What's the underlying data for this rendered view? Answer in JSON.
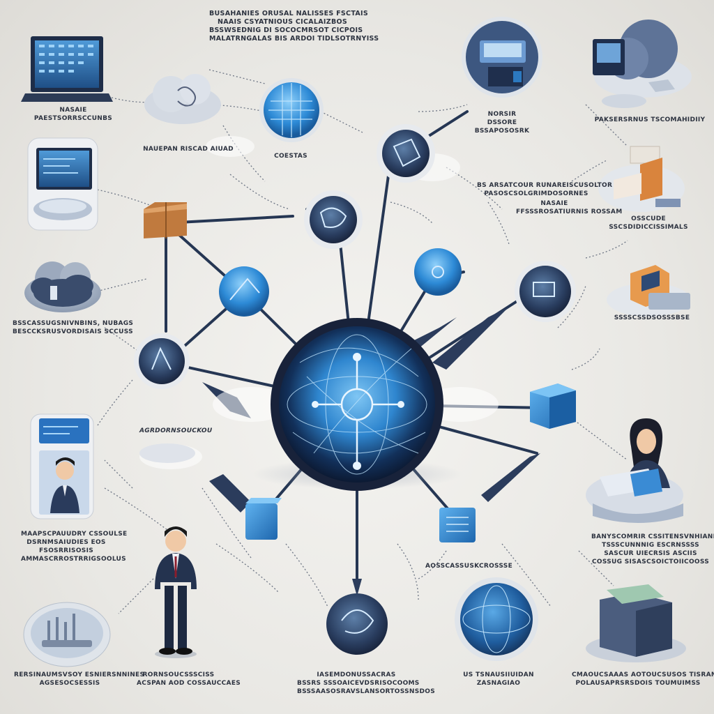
{
  "header": {
    "lines": [
      "BUSAHANIES ORUSAL NALISSES FSCTAIS",
      "NAAIS CSYATNIOUS CICALAIZBOS",
      "BSSWSEDNIG DI SOCOCMRSOT CICPOIS",
      "MALATRNGALAS BIS ARDOI TIDLSOTRNYISS"
    ]
  },
  "labels": {
    "laptop": [
      "NASAIE",
      "PAESTSORRSCCUNBS"
    ],
    "cloud_top": [
      "NAUEPAN RISCAD AIUAD"
    ],
    "globe_top": [
      "COESTAS"
    ],
    "printer": [
      "NORSIR",
      "DSSORE",
      "BSSAPOSOSRK"
    ],
    "cloud_topright": [
      "PAKSERSRNUS TSCOMAHIDIIY"
    ],
    "mid_right": [
      "BS ARSATCOUR RUNAREISCUSOLTOR",
      "PASOSCSOLGRIMDOSORNES"
    ],
    "mid_right2": [
      "NASAIE",
      "FFSSSROSATIURNIS ROSSAM"
    ],
    "desk_right": [
      "OSSCUDE",
      "SSCSDIDICCISSIMALS"
    ],
    "box_right": [
      "SSSSCSSDSOSSSBSE"
    ],
    "cloud_left": [
      "BSSCASSUGSNIVNBINS, NUBAGS",
      "BESCCKSRUSVORDISAIS SCCUSS"
    ],
    "center_left": [
      "AGRDORNSOUCKOU"
    ],
    "person_left": [
      "MAAPSCPAUUDRY CSSOULSE",
      "DSRNMSAIUDIES EOS",
      "FSOSRRISOSIS",
      "AMMASCRROSTRRIGSOOLUS"
    ],
    "woman_right": [
      "BANYSCOMRIR CSSITENSVNHIANRIES",
      "TSSSCUNNNIG ESCRNSSSS",
      "SASCUR UIECRSIS ASCIIS",
      "COSSUG SISASCSOICTOIICOOSS"
    ],
    "bottom_center_small": [
      "AOSSCASSUSKCROSSSE"
    ],
    "bottom_left": [
      "RERSINAUMSVSOY ESNIERSNNINES",
      "AGSESOCSESSIS"
    ],
    "bottom_person": [
      "RORNSOUCSSSCISS",
      "ACSPAN AOD COSSAUCCAES"
    ],
    "bottom_mid": [
      "IASEMDONUSSACRAS",
      "BSSRS SSSOAICEVDSRISOCOOMS",
      "BSSSAASOSRAVSLANSORTOSSNSDOS"
    ],
    "bottom_globe": [
      "US TSNAUSIIUIDAN",
      "ZASNAGIAO"
    ],
    "bottom_right": [
      "CMAOUCSAAAS AOTOUCSUSOS TISRANSOS",
      "POLAUSAPRSRSDOIS TOUMUIMSS"
    ]
  },
  "colors": {
    "primary_blue": "#3a82c4",
    "navy": "#1f2d4a",
    "light_blue": "#8fc3ec",
    "box_orange": "#c07a3e"
  }
}
